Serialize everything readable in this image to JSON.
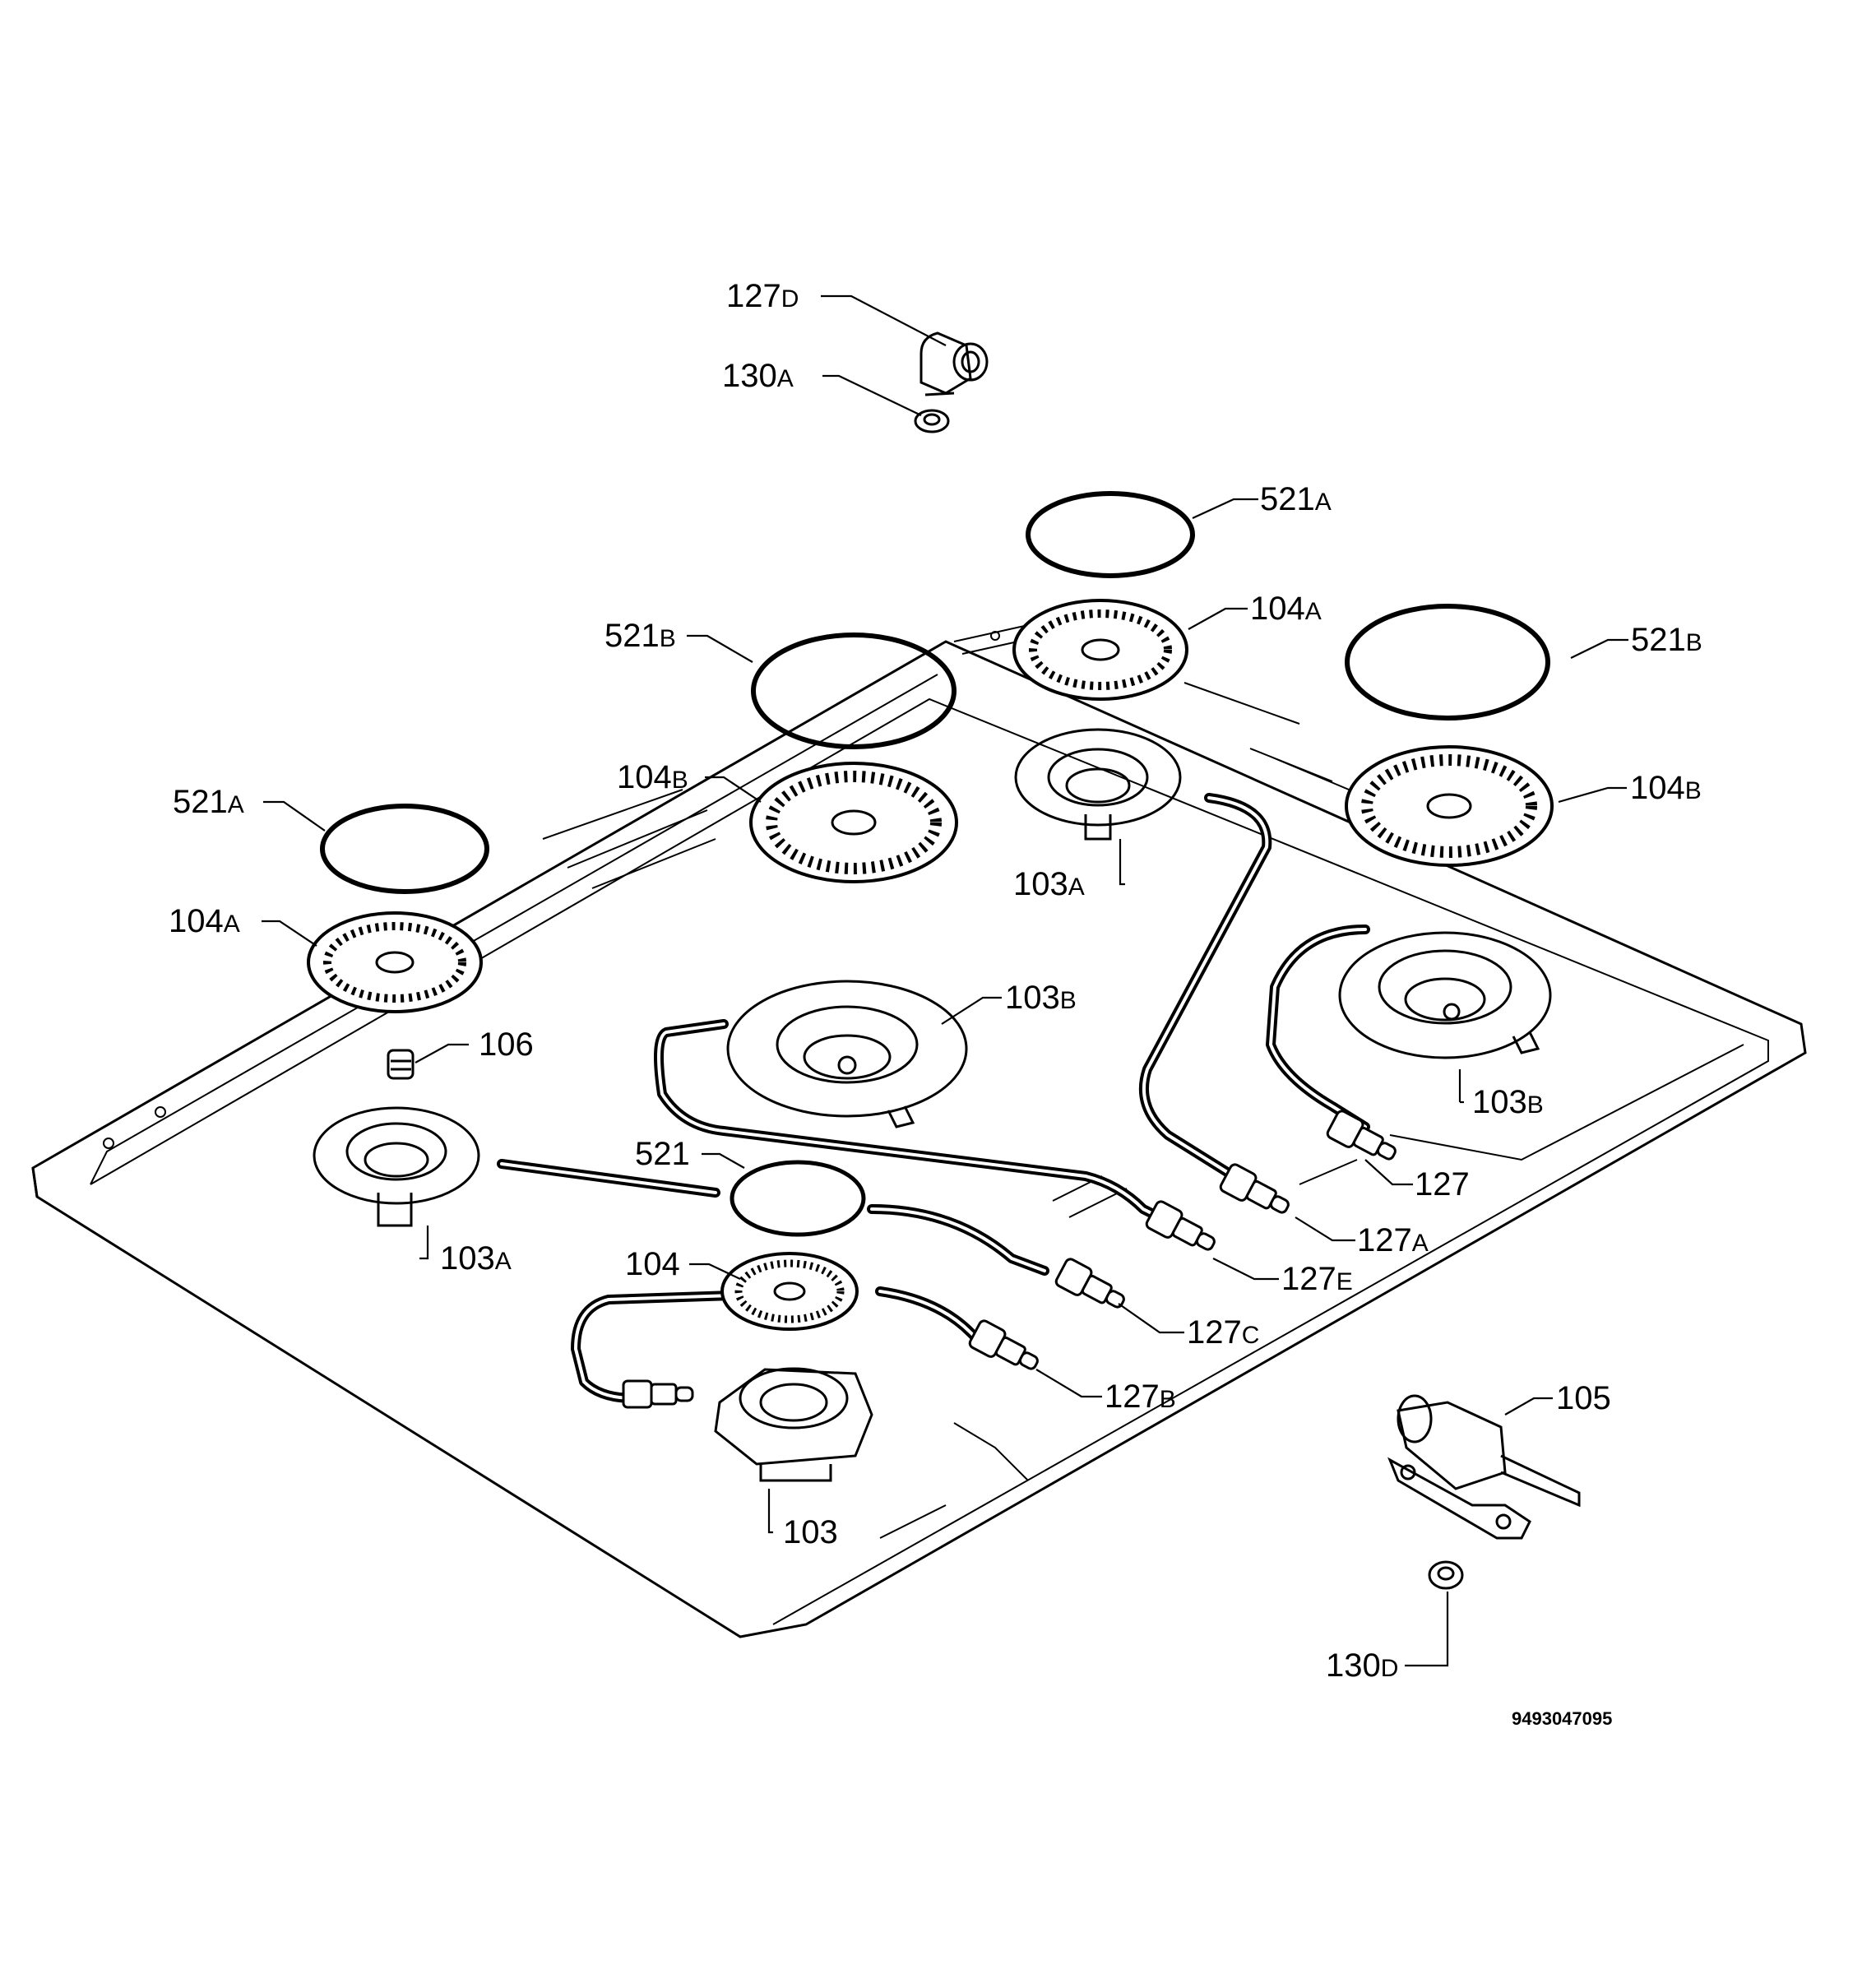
{
  "diagram": {
    "drawing_code": "9493047095",
    "labels": [
      {
        "id": "127D",
        "num": "127",
        "suffix": "D"
      },
      {
        "id": "130A",
        "num": "130",
        "suffix": "A"
      },
      {
        "id": "521A-top",
        "num": "521",
        "suffix": "A"
      },
      {
        "id": "104A-top",
        "num": "104",
        "suffix": "A"
      },
      {
        "id": "521B-right",
        "num": "521",
        "suffix": "B"
      },
      {
        "id": "521B-left",
        "num": "521",
        "suffix": "B"
      },
      {
        "id": "104B-left",
        "num": "104",
        "suffix": "B"
      },
      {
        "id": "104B-right",
        "num": "104",
        "suffix": "B"
      },
      {
        "id": "521A-left",
        "num": "521",
        "suffix": "A"
      },
      {
        "id": "103A-top",
        "num": "103",
        "suffix": "A"
      },
      {
        "id": "104A-left",
        "num": "104",
        "suffix": "A"
      },
      {
        "id": "103B-mid",
        "num": "103",
        "suffix": "B"
      },
      {
        "id": "106",
        "num": "106",
        "suffix": ""
      },
      {
        "id": "103B-right",
        "num": "103",
        "suffix": "B"
      },
      {
        "id": "521",
        "num": "521",
        "suffix": ""
      },
      {
        "id": "127",
        "num": "127",
        "suffix": ""
      },
      {
        "id": "103A-left",
        "num": "103",
        "suffix": "A"
      },
      {
        "id": "127A",
        "num": "127",
        "suffix": "A"
      },
      {
        "id": "104",
        "num": "104",
        "suffix": ""
      },
      {
        "id": "127E",
        "num": "127",
        "suffix": "E"
      },
      {
        "id": "127C",
        "num": "127",
        "suffix": "C"
      },
      {
        "id": "127B",
        "num": "127",
        "suffix": "B"
      },
      {
        "id": "105",
        "num": "105",
        "suffix": ""
      },
      {
        "id": "103",
        "num": "103",
        "suffix": ""
      },
      {
        "id": "130D",
        "num": "130",
        "suffix": "D"
      }
    ]
  }
}
